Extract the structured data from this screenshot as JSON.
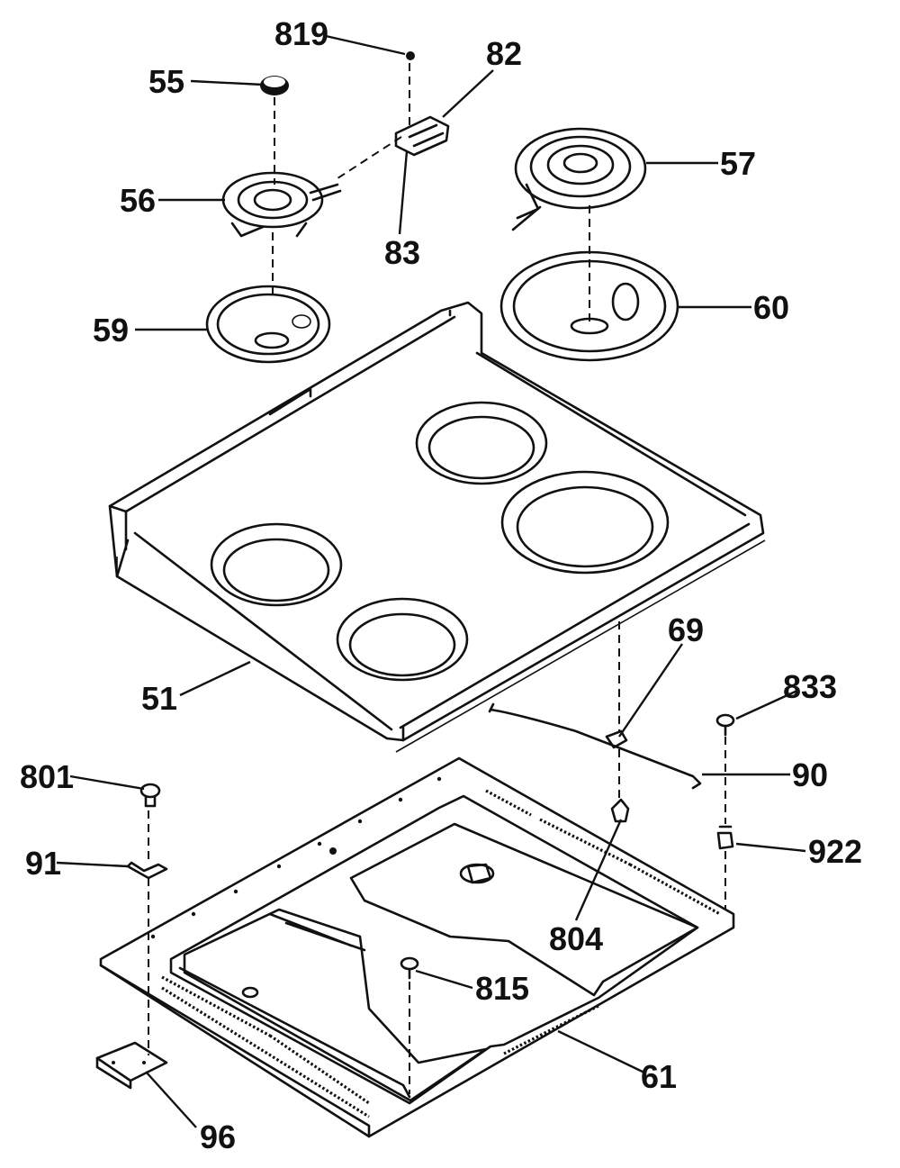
{
  "diagram": {
    "callouts": {
      "c819": "819",
      "c82": "82",
      "c55": "55",
      "c56": "56",
      "c83": "83",
      "c57": "57",
      "c59": "59",
      "c60": "60",
      "c51": "51",
      "c69": "69",
      "c833": "833",
      "c801": "801",
      "c90": "90",
      "c922": "922",
      "c91": "91",
      "c804": "804",
      "c815": "815",
      "c61": "61",
      "c96": "96"
    }
  }
}
